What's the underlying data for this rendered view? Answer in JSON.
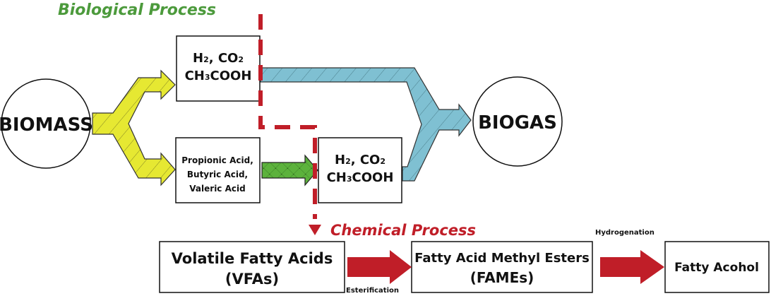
{
  "sections": {
    "biological_title": "Biological Process",
    "chemical_title": "Chemical Process"
  },
  "colors": {
    "biological_green": "#4c9a3c",
    "chemical_red": "#c01e28",
    "yellow_arrow": "#e6e832",
    "blue_arrow": "#7fc0d2",
    "green_arrow": "#5cb23c"
  },
  "biological": {
    "input_node": "BIOMASS",
    "output_node": "BIOGAS",
    "upper_box": {
      "line1_main": "H",
      "line1_sub": "2",
      "line1_rest": ", CO",
      "line1_sub2": "2",
      "line2_a": "CH",
      "line2_sub": "3",
      "line2_b": "COOH"
    },
    "lower_box": [
      "Propionic Acid,",
      "Butyric Acid,",
      "Valeric Acid"
    ],
    "converted_box": {
      "line1_main": "H",
      "line1_sub": "2",
      "line1_rest": ", CO",
      "line1_sub2": "2",
      "line2_a": "CH",
      "line2_sub": "3",
      "line2_b": "COOH"
    }
  },
  "chemical": {
    "steps": [
      {
        "line1": "Volatile Fatty Acids",
        "line2": "(VFAs)"
      },
      {
        "line1": "Fatty Acid Methyl Esters",
        "line2": "(FAMEs)"
      },
      {
        "line1": "Fatty Acohol",
        "line2": ""
      }
    ],
    "reactions": [
      "Esterification",
      "Hydrogenation"
    ]
  }
}
